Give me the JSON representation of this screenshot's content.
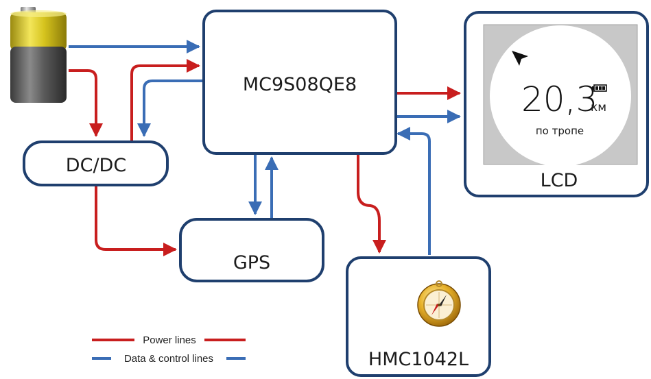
{
  "nodes": {
    "mcu": {
      "label": "MC9S08QE8"
    },
    "dcdc": {
      "label": "DC/DC"
    },
    "gps": {
      "label": "GPS"
    },
    "compass": {
      "label": "HMC1042L"
    },
    "lcd": {
      "label": "LCD",
      "distance_value": "20,3",
      "distance_unit": "км",
      "mode_text": "по тропе"
    }
  },
  "legend": {
    "power_label": "Power lines",
    "data_label": "Data & control lines"
  },
  "colors": {
    "power": "#c81e1e",
    "data": "#3a6db5",
    "box_border": "#1f3f6e",
    "lcd_bg": "#c8c8c8"
  },
  "icons": {
    "battery": "battery-icon",
    "compass": "compass-icon",
    "lcd_pointer": "direction-arrow-icon",
    "lcd_battery": "lcd-battery-icon"
  }
}
